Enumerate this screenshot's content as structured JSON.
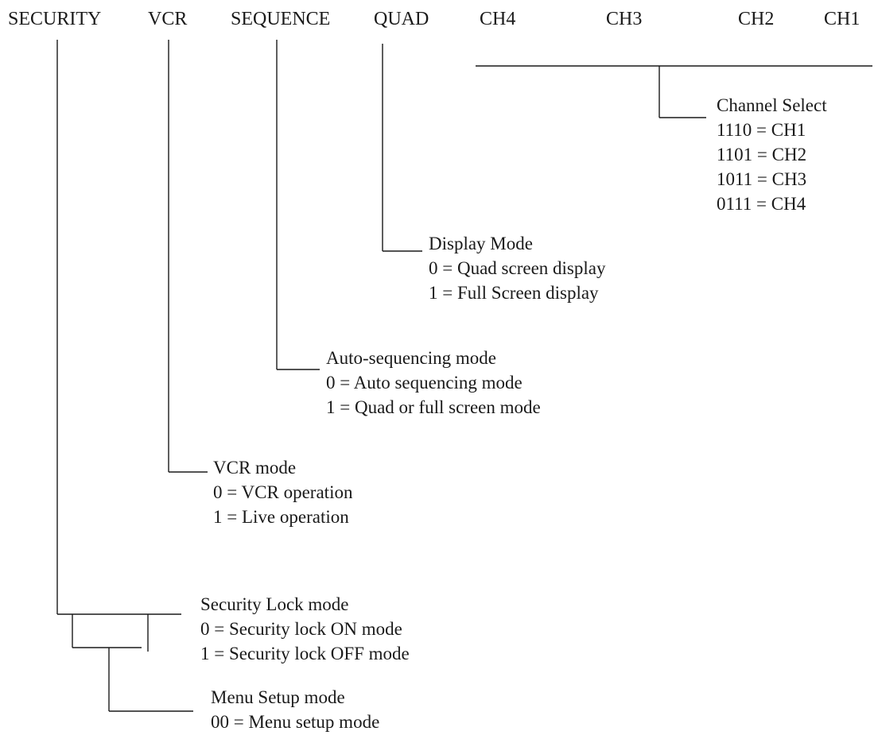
{
  "header": {
    "security": "SECURITY",
    "vcr": "VCR",
    "sequence": "SEQUENCE",
    "quad": "QUAD",
    "ch4": "CH4",
    "ch3": "CH3",
    "ch2": "CH2",
    "ch1": "CH1"
  },
  "channel_select": {
    "title": "Channel Select",
    "options": [
      "1110 = CH1",
      "1101 = CH2",
      "1011 = CH3",
      "0111 = CH4"
    ]
  },
  "display_mode": {
    "title": "Display Mode",
    "options": [
      "0 = Quad screen display",
      "1 = Full Screen display"
    ]
  },
  "auto_sequencing": {
    "title": "Auto-sequencing mode",
    "options": [
      "0 = Auto sequencing mode",
      "1 = Quad or full screen mode"
    ]
  },
  "vcr_mode": {
    "title": "VCR mode",
    "options": [
      "0 = VCR operation",
      "1 = Live operation"
    ]
  },
  "security_lock": {
    "title": "Security Lock mode",
    "options": [
      "0 = Security lock ON mode",
      "1 = Security lock OFF mode"
    ]
  },
  "menu_setup": {
    "title": "Menu Setup mode",
    "options": [
      "00 = Menu setup mode"
    ]
  }
}
